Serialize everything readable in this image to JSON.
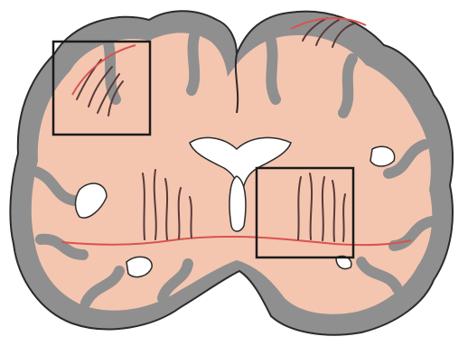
{
  "figure": {
    "description_visible_text": "",
    "regions": [
      {
        "id": "cortical-box",
        "vessels": "pial-perforating"
      },
      {
        "id": "deep-box",
        "vessels": "lenticulostriate"
      }
    ]
  },
  "colors": {
    "background": "#ffffff",
    "cortex": "#8f8f8f",
    "white_matter": "#f4c6b0",
    "outline": "#2a2a2a",
    "ventricle": "#ffffff",
    "artery": "#d9534f",
    "vessel_dark": "#5a3a3a",
    "box": "#1a1a1a"
  }
}
